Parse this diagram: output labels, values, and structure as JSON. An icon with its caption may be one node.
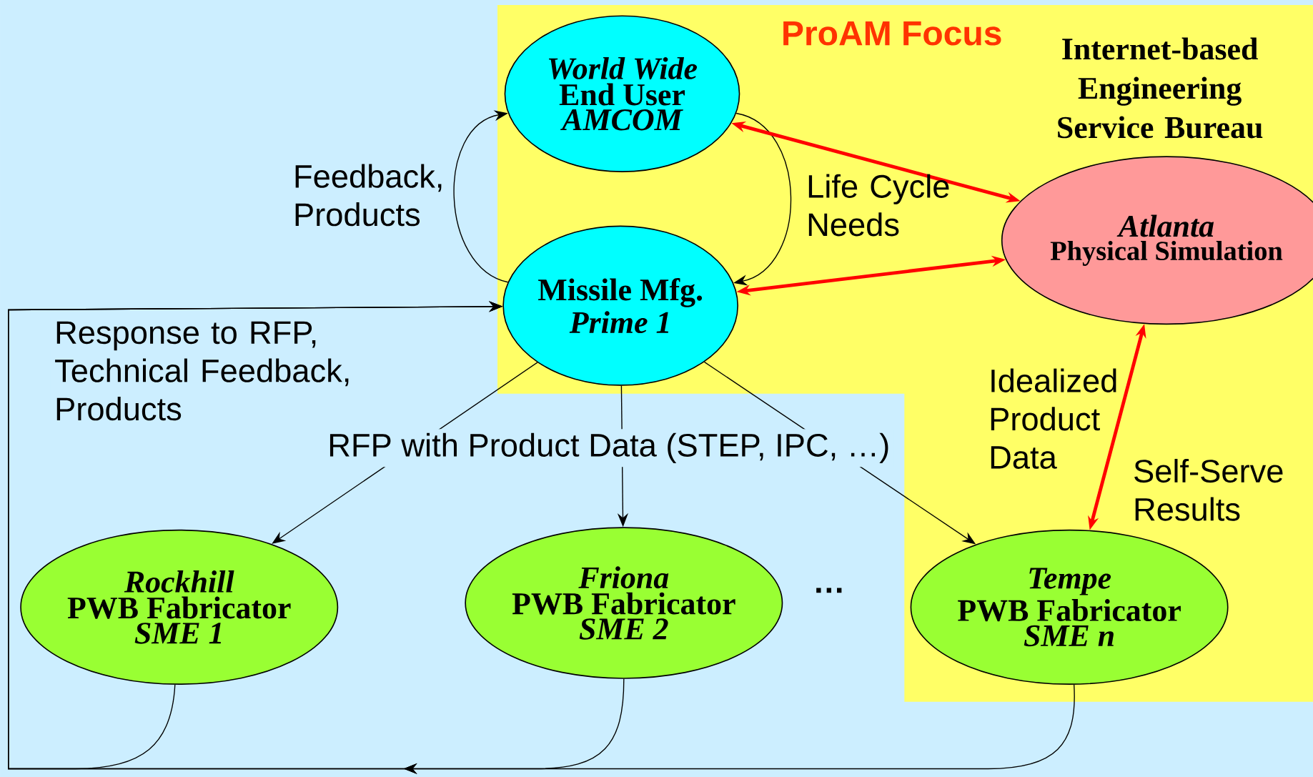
{
  "diagram": {
    "nodes": [
      {
        "text": [
          "World Wide",
          "End User",
          "AMCOM"
        ]
      },
      {
        "text": [
          "Missile Mfg.",
          "Prime 1"
        ]
      },
      {
        "text": [
          "Atlanta",
          "Physical Simulation"
        ]
      },
      {
        "text": [
          "Rockhill",
          "PWB Fabricator",
          "SME 1"
        ]
      },
      {
        "text": [
          "Friona",
          "PWB Fabricator",
          "SME 2"
        ]
      },
      {
        "text": [
          "Tempe",
          "PWB Fabricator",
          "SME n"
        ]
      }
    ],
    "edges": [
      {
        "from": 1,
        "to": 0,
        "arrow": "to",
        "label": "Feedback, Products"
      },
      {
        "from": 0,
        "to": 1,
        "arrow": "to",
        "label": "Life Cycle Needs"
      },
      {
        "from": 0,
        "to": 2,
        "arrow": "both",
        "style": "thick",
        "color": "#ff0000"
      },
      {
        "from": 1,
        "to": 2,
        "arrow": "both",
        "style": "thick",
        "color": "#ff0000"
      },
      {
        "from": 5,
        "to": 2,
        "arrow": "both",
        "style": "thick",
        "color": "#ff0000",
        "label": "Self-Serve Results"
      },
      {
        "from": 1,
        "to": 3,
        "arrow": "to"
      },
      {
        "from": 1,
        "to": 4,
        "arrow": "to",
        "label": "RFP with Product Data (STEP, IPC, …)"
      },
      {
        "from": 1,
        "to": 5,
        "arrow": "to"
      },
      {
        "from": 3,
        "to": 1,
        "arrow": "to",
        "label": "Response to RFP, Technical Feedback, Products"
      },
      {
        "from": 4,
        "to": 1,
        "arrow": "to"
      },
      {
        "from": 5,
        "to": 1,
        "arrow": "to"
      }
    ],
    "labels": [
      "ProAM Focus",
      "Internet-based Engineering Service Bureau",
      "Idealized Product Data",
      "…"
    ]
  }
}
